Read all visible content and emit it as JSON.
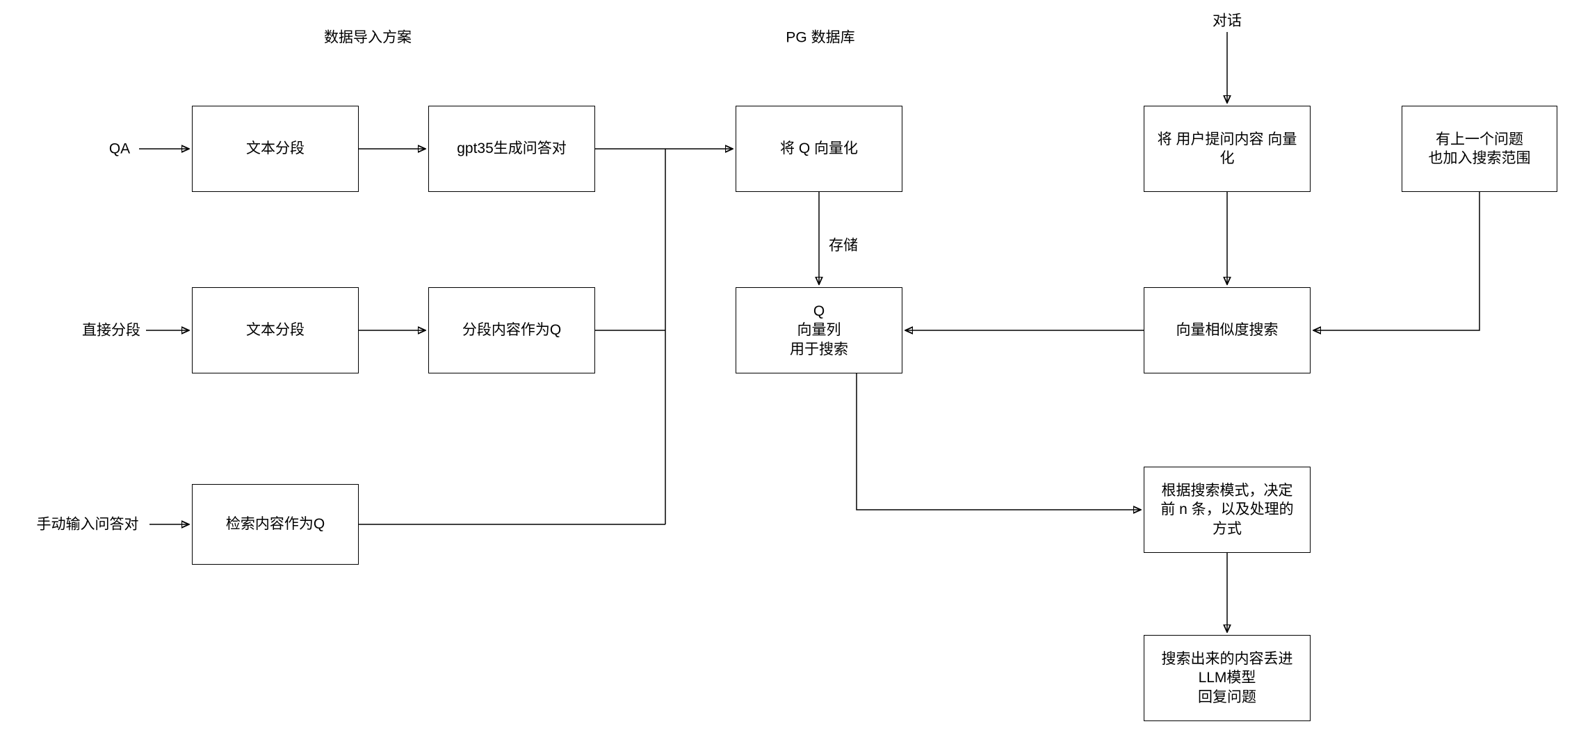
{
  "canvas": {
    "background": "#ffffff",
    "stroke_color": "#000000"
  },
  "section_labels": {
    "data_import_plan": "数据导入方案",
    "pg_database": "PG 数据库",
    "dialog": "对话"
  },
  "source_labels": {
    "qa": "QA",
    "direct_segment": "直接分段",
    "manual_qa_input": "手动输入问答对"
  },
  "edge_labels": {
    "store": "存储"
  },
  "nodes": {
    "text_segment_1": "文本分段",
    "gpt35_qa_pairs": "gpt35生成问答对",
    "vectorize_q": "将 Q 向量化",
    "vectorize_user_question": "将 用户提问内容 向量\n化",
    "prev_question_scope": "有上一个问题\n也加入搜索范围",
    "text_segment_2": "文本分段",
    "segment_as_q": "分段内容作为Q",
    "q_vector_column": "Q\n向量列\n用于搜索",
    "vector_similarity_search": "向量相似度搜索",
    "retrieval_as_q": "检索内容作为Q",
    "search_mode_decision": "根据搜索模式，决定\n前 n 条，以及处理的\n方式",
    "llm_reply": "搜索出来的内容丢进\nLLM模型\n回复问题"
  }
}
